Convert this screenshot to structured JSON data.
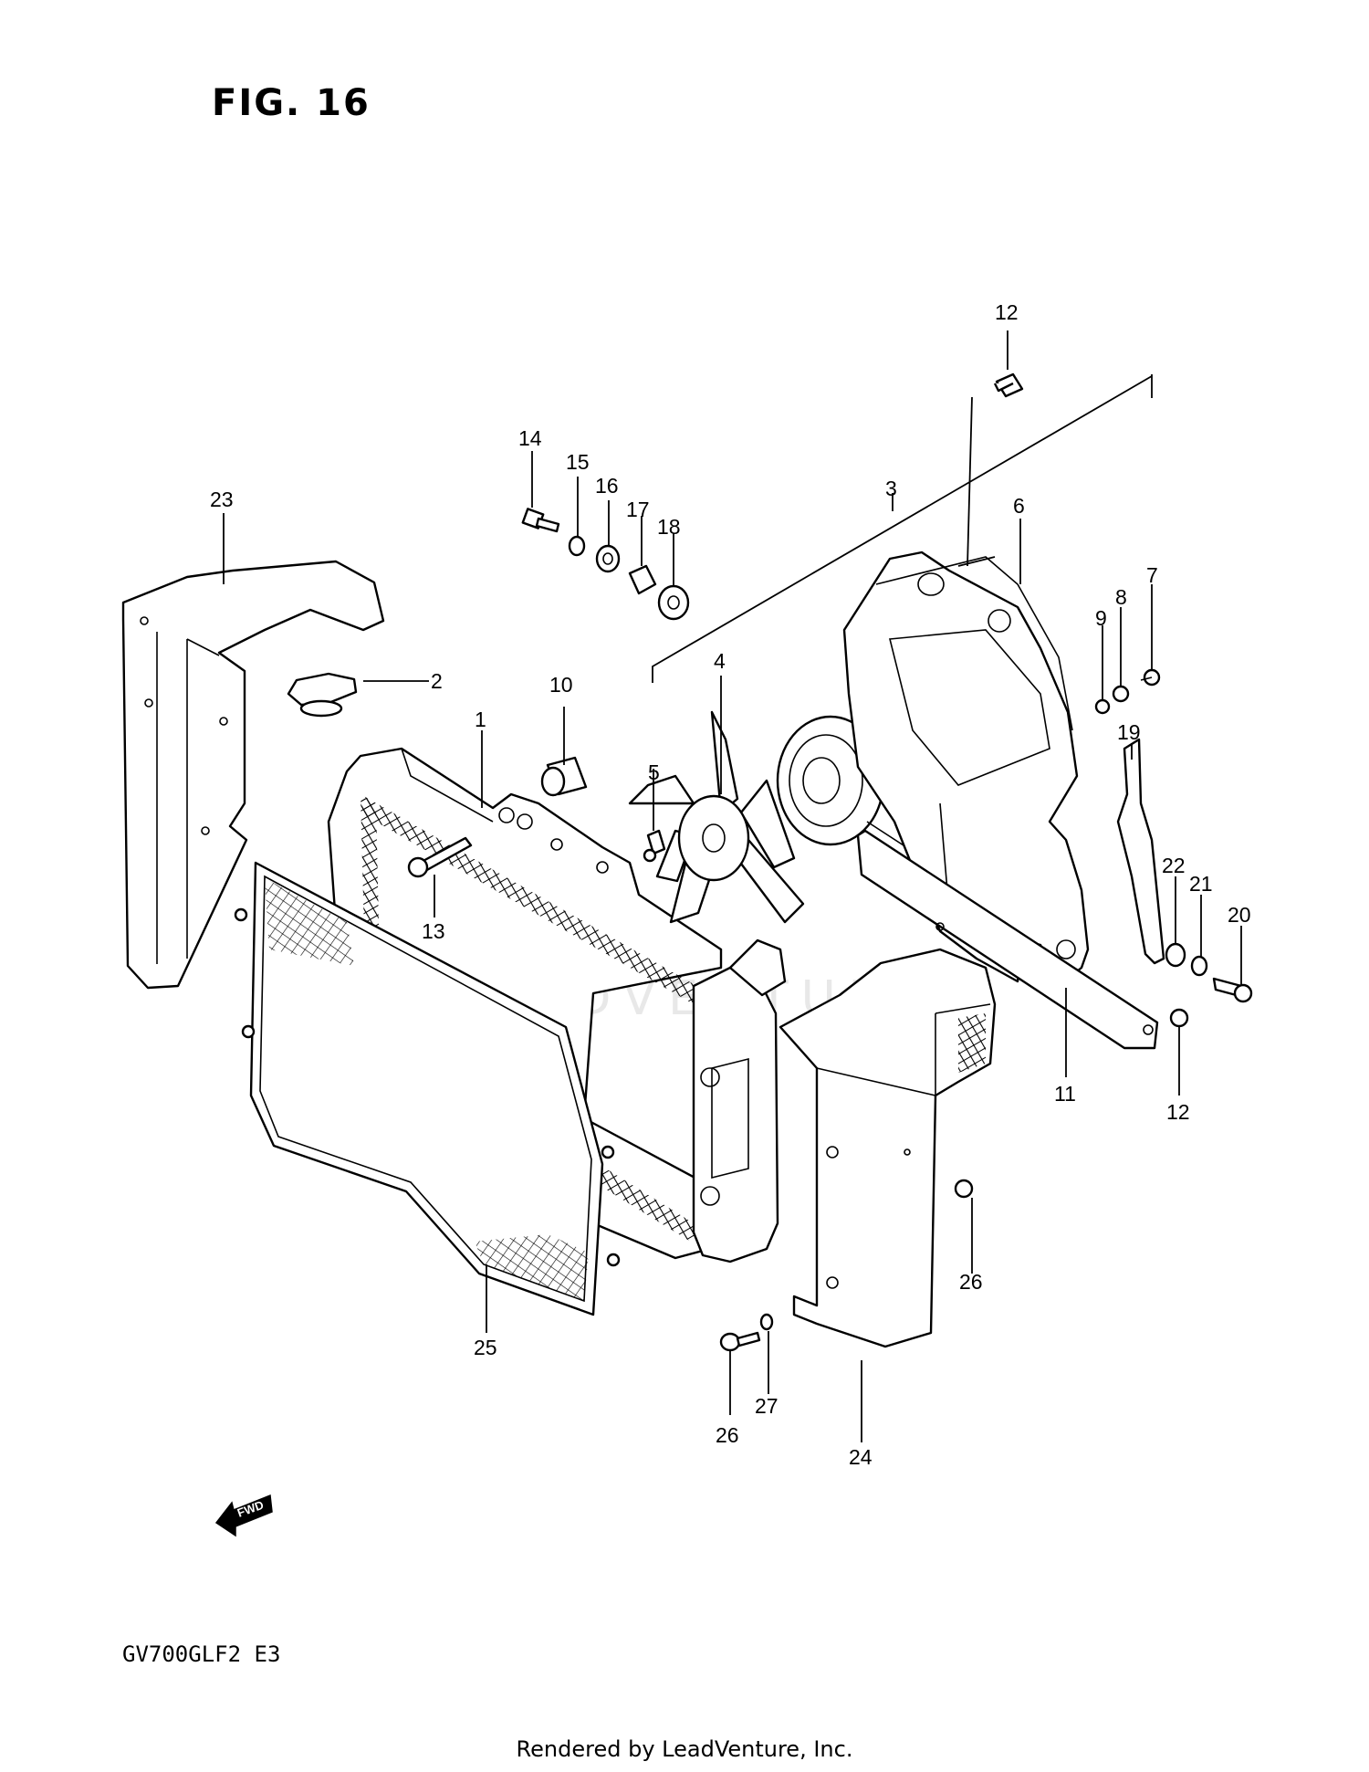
{
  "figure_title": "FIG. 16",
  "model_code": "GV700GLF2  E3",
  "credit": "Rendered by LeadVenture, Inc.",
  "watermark": "LEADVENTURE",
  "fwd_badge": "FWD",
  "callouts": {
    "c1": "1",
    "c2": "2",
    "c3": "3",
    "c4": "4",
    "c5": "5",
    "c6": "6",
    "c7": "7",
    "c8": "8",
    "c9": "9",
    "c10": "10",
    "c11": "11",
    "c12a": "12",
    "c12b": "12",
    "c13": "13",
    "c14": "14",
    "c15": "15",
    "c16": "16",
    "c17": "17",
    "c18": "18",
    "c19": "19",
    "c20": "20",
    "c21": "21",
    "c22": "22",
    "c23": "23",
    "c24": "24",
    "c25": "25",
    "c26a": "26",
    "c26b": "26",
    "c27": "27"
  }
}
